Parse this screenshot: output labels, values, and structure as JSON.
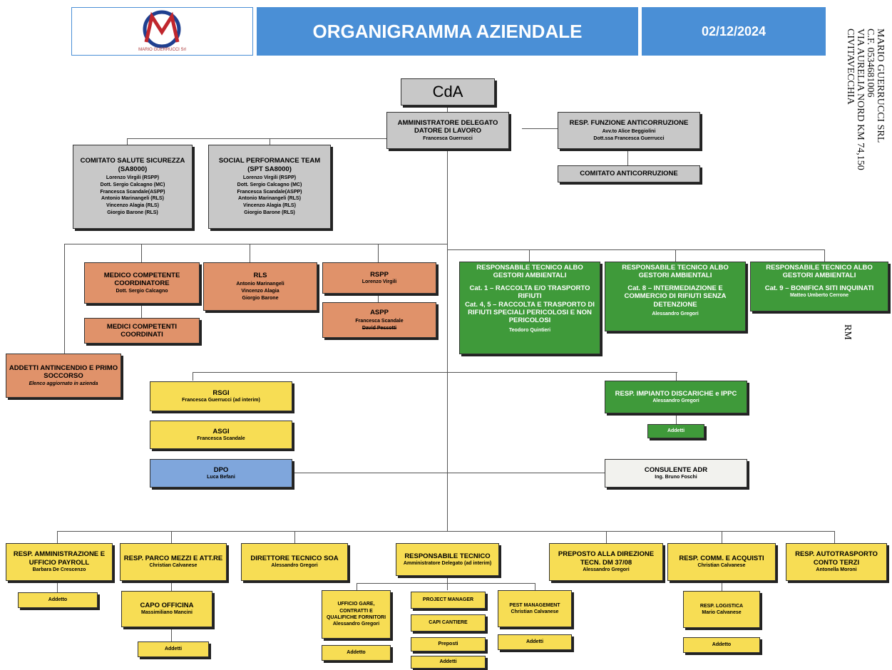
{
  "header": {
    "logo_text": "MG",
    "logo_subtext": "MARIO GUERRUCCI Srl",
    "title": "ORGANIGRAMMA AZIENDALE",
    "date": "02/12/2024"
  },
  "company_stamp": {
    "lines": [
      "MARIO GUERRUCCI SRL",
      "C.F.      0534681006",
      "VIA AURELIA NORD KM 74,150",
      "CIVITAVECCHIA"
    ],
    "province": "RM"
  },
  "colors": {
    "header": "#4a8fd6",
    "gray": "#c8c8c8",
    "orange": "#e0926a",
    "green": "#3f9a3a",
    "yellow": "#f7dd54",
    "blue": "#7fa6dc"
  },
  "nodes": {
    "cda": {
      "title": "CdA"
    },
    "ad": {
      "title": "AMMINISTRATORE DELEGATO DATORE DI LAVORO",
      "name": "Francesca Guerrucci"
    },
    "anticorr": {
      "title": "RESP. FUNZIONE ANTICORRUZIONE",
      "members": [
        "Avv.to Alice Beggiolini",
        "Dott.ssa Francesca Guerrucci"
      ]
    },
    "comitato_anticorr": {
      "title": "COMITATO ANTICORRUZIONE"
    },
    "css": {
      "title": "COMITATO SALUTE SICUREZZA",
      "subtitle": "(SA8000)",
      "members": [
        "Lorenzo Virgili (RSPP)",
        "Dott. Sergio Calcagno (MC)",
        "Francesca Scandale(ASPP)",
        "Antonio Marinangeli (RLS)",
        "Vincenzo Alagia (RLS)",
        "Giorgio Barone (RLS)"
      ]
    },
    "spt": {
      "title": "SOCIAL PERFORMANCE TEAM",
      "subtitle": "(SPT SA8000)",
      "members": [
        "Lorenzo Virgili (RSPP)",
        "Dott. Sergio Calcagno (MC)",
        "Francesca Scandale(ASPP)",
        "Antonio Marinangeli (RLS)",
        "Vincenzo Alagia (RLS)",
        "Giorgio Barone (RLS)"
      ]
    },
    "medico": {
      "title": "MEDICO COMPETENTE COORDINATORE",
      "name": "Dott. Sergio Calcagno"
    },
    "medici": {
      "title": "MEDICI COMPETENTI COORDINATI"
    },
    "rls": {
      "title": "RLS",
      "members": [
        "Antonio Marinangeli",
        "Vincenzo Alagia",
        "Giorgio Barone"
      ]
    },
    "rspp": {
      "title": "RSPP",
      "name": "Lorenzo Virgili"
    },
    "aspp": {
      "title": "ASPP",
      "members": [
        "Francesca Scandale",
        "David Pessotti"
      ]
    },
    "antincendio": {
      "title": "ADDETTI ANTINCENDIO E PRIMO SOCCORSO",
      "note": "Elenco aggiornato in azienda"
    },
    "albo1": {
      "title": "RESPONSABILE TECNICO ALBO GESTORI AMBIENTALI",
      "desc": [
        "Cat. 1 – RACCOLTA E/O TRASPORTO RIFIUTI",
        "Cat. 4, 5 – RACCOLTA E TRASPORTO DI RIFIUTI SPECIALI PERICOLOSI E NON PERICOLOSI"
      ],
      "name": "Teodoro Quintieri"
    },
    "albo2": {
      "title": "RESPONSABILE TECNICO ALBO GESTORI AMBIENTALI",
      "desc": [
        "Cat. 8 – INTERMEDIAZIONE E COMMERCIO DI RIFIUTI SENZA DETENZIONE"
      ],
      "name": "Alessandro Gregori"
    },
    "albo3": {
      "title": "RESPONSABILE TECNICO ALBO GESTORI AMBIENTALI",
      "desc": [
        "Cat. 9 – BONIFICA SITI INQUINATI"
      ],
      "name": "Matteo Umberto Cerrone"
    },
    "rsgi": {
      "title": "RSGI",
      "name": "Francesca Guerrucci (ad interim)"
    },
    "asgi": {
      "title": "ASGI",
      "name": "Francesca Scandale"
    },
    "dpo": {
      "title": "DPO",
      "name": "Luca Befani"
    },
    "discariche": {
      "title": "RESP. IMPIANTO DISCARICHE e IPPC",
      "name": "Alessandro Gregori"
    },
    "discariche_addetti": {
      "title": "Addetti"
    },
    "adr": {
      "title": "CONSULENTE ADR",
      "name": "Ing. Bruno Foschi"
    },
    "amministrazione": {
      "title": "RESP. AMMINISTRAZIONE E UFFICIO PAYROLL",
      "name": "Barbara De Crescenzo"
    },
    "amministrazione_addetto": {
      "title": "Addetto"
    },
    "parco": {
      "title": "RESP. PARCO MEZZI E ATT.RE",
      "name": "Christian Calvanese"
    },
    "officina": {
      "title": "CAPO OFFICINA",
      "name": "Massimiliano Mancini"
    },
    "officina_addetti": {
      "title": "Addetti"
    },
    "soa": {
      "title": "DIRETTORE TECNICO SOA",
      "name": "Alessandro Gregori"
    },
    "resptecnico": {
      "title": "RESPONSABILE TECNICO",
      "name": "Amministratore Delegato (ad interim)"
    },
    "gare": {
      "title": "UFFICIO GARE, CONTRATTI E QUALIFICHE FORNITORI",
      "name": "Alessandro Gregori"
    },
    "gare_addetto": {
      "title": "Addetto"
    },
    "pm": {
      "title": "PROJECT MANAGER"
    },
    "capi": {
      "title": "CAPI CANTIERE"
    },
    "preposti": {
      "title": "Preposti"
    },
    "pm_addetti": {
      "title": "Addetti"
    },
    "pest": {
      "title": "PEST MANAGEMENT",
      "name": "Christian Calvanese"
    },
    "pest_addetti": {
      "title": "Addetti"
    },
    "preposto_dm": {
      "title": "PREPOSTO ALLA DIREZIONE TECN. DM 37/08",
      "name": "Alessandro Gregori"
    },
    "comm": {
      "title": "RESP. COMM. E ACQUISTI",
      "name": "Christian Calvanese"
    },
    "logistica": {
      "title": "RESP. LOGISTICA",
      "name": "Mario Calvanese"
    },
    "logistica_addetto": {
      "title": "Addetto"
    },
    "autotrasporto": {
      "title": "RESP. AUTOTRASPORTO CONTO TERZI",
      "name": "Antonella Moroni"
    }
  }
}
